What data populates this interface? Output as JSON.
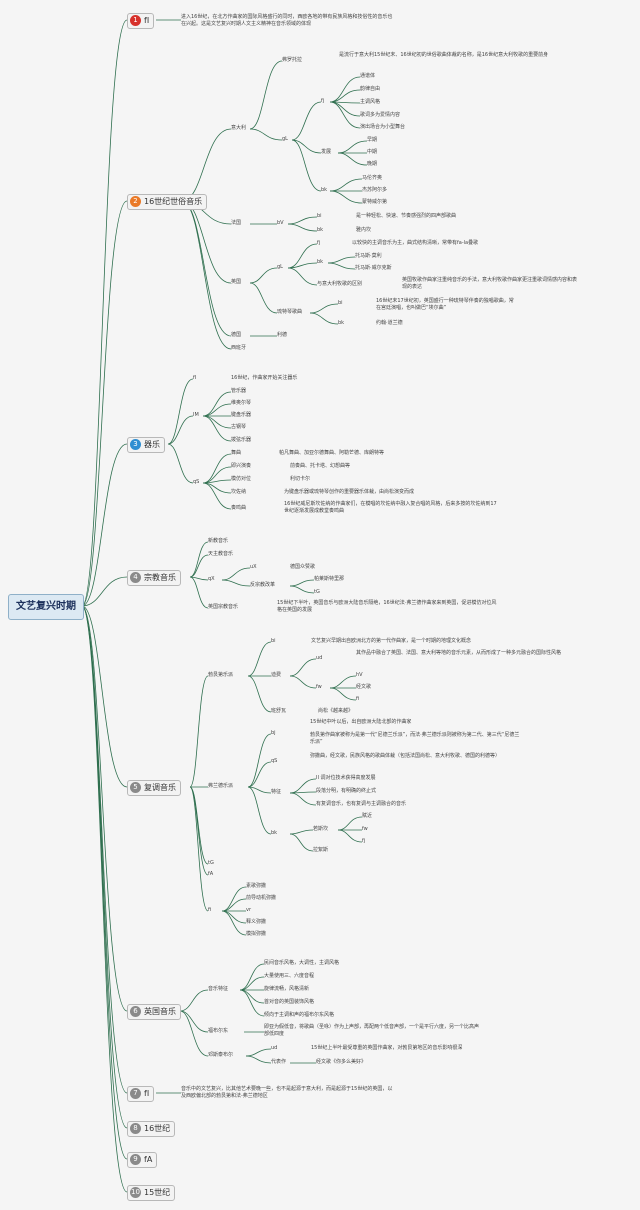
{
  "root": "文艺复兴时期",
  "sections": {
    "s1": {
      "num": "1",
      "label": "fI",
      "color": "#d7312b",
      "desc": "进入16世纪，在北方作曲家的国际风格盛行的同时，西欧各地的带有民族风格和技俗性的音乐也在兴起。这是文艺复兴时期人文主义精神在音乐领域的体现"
    },
    "s2": {
      "num": "2",
      "label": "16世纪世俗音乐",
      "color": "#ea7a28"
    },
    "s3": {
      "num": "3",
      "label": "器乐",
      "color": "#2f8fd2"
    },
    "s4": {
      "num": "4",
      "label": "宗教音乐",
      "color": "#8a8a8a"
    },
    "s5": {
      "num": "5",
      "label": "复调音乐",
      "color": "#8a8a8a"
    },
    "s6": {
      "num": "6",
      "label": "英国音乐",
      "color": "#8a8a8a"
    },
    "s7": {
      "num": "7",
      "label": "fI",
      "color": "#8a8a8a",
      "desc": "音乐中的文艺复兴，比其他艺术要晚一些，也不是起源于意大利，而是起源于15世纪的英国，以及西欧偏北部的勃艮第和法-弗兰德地区"
    },
    "s8": {
      "num": "8",
      "label": "16世纪",
      "color": "#8a8a8a"
    },
    "s9": {
      "num": "9",
      "label": "fA",
      "color": "#8a8a8a"
    },
    "s10": {
      "num": "10",
      "label": "15世纪",
      "color": "#8a8a8a"
    }
  },
  "sec2": {
    "italy": "意大利",
    "frottola": "弗罗托拉",
    "frottola_desc": "是流行于意大利15世纪末、16世纪初的世俗歌曲体裁的名称，是16世纪意大利牧歌的重要前身",
    "gL": "gL",
    "fj": "fj",
    "fj_items": [
      "通谱体",
      "韵律自由",
      "主调风格",
      "歌词多为爱情内容",
      "演出场合为小型舞台"
    ],
    "develop": "发展",
    "develop_items": [
      "早期",
      "中期",
      "晚期"
    ],
    "bk": "bk",
    "bk_items": [
      "马伦齐奥",
      "杰苏阿尔多",
      "蒙特威尔第"
    ],
    "france": "法国",
    "bV": "bV",
    "france_bi": "bi",
    "france_bi_desc": "是一种轻松、快速、节奏感强烈的四声部歌曲",
    "france_bk": "bk",
    "france_bk_desc": "雅内坎",
    "england": "英国",
    "eng_gL": "gL",
    "eng_fj": "fj",
    "eng_fj_desc": "以较快的主调音乐为主，曲式结构清晰，常带有fa-la叠歌",
    "eng_bk": "bk",
    "eng_bk_items": [
      "托马斯·莫利",
      "托马斯·威尔克斯"
    ],
    "eng_diff": "与意大利牧歌的区别",
    "eng_diff_desc": "英国牧歌作曲家注重纯音乐的手法，意大利牧歌作曲家更注重歌词情感内容和表现的表达",
    "lute": "琉特琴歌曲",
    "lute_bi": "bi",
    "lute_bi_desc": "16世纪末17世纪初，英国盛行一种琉特琴伴奏的独唱歌曲，常在宫廷演唱，也叫做巴“埃尔曲”",
    "lute_bk": "bk",
    "lute_bk_desc": "约翰·道兰德",
    "germany": "德国",
    "germany_desc": "利德",
    "spain": "西班牙"
  },
  "sec3": {
    "fI": "fI",
    "fI_desc": "16世纪，作曲家开始关注器乐",
    "IM": "IM",
    "IM_items": [
      "管乐器",
      "维奥尔琴",
      "键盘乐器",
      "古钢琴",
      "拨弦乐器"
    ],
    "qS": "qS",
    "rows": [
      {
        "k": "舞曲",
        "v": "帕凡舞曲、加亚尔德舞曲、阿勒芒德、库朗特等"
      },
      {
        "k": "即兴演奏",
        "v": "前奏曲、托卡塔、幻想曲等"
      },
      {
        "k": "模仿对位",
        "v": "利切卡尔"
      },
      {
        "k": "坎佐纳",
        "v": "为键盘乐器或琉特琴创作的重要器乐体裁，由尚松演变而成"
      },
      {
        "k": "奏鸣曲",
        "v": "16世纪威尼斯坎佐纳的作曲家们，在模唱的坎佐纳中融入复合唱的风格，后来多按的坎佐纳到17世纪逐渐发展成教堂奏鸣曲"
      }
    ]
  },
  "sec4": {
    "items": [
      "新教音乐",
      "天主教音乐"
    ],
    "qX": "qX",
    "uX": "uX",
    "uX_desc": "德国众赞歌",
    "counter": "反宗教改革",
    "counter_desc": "帕莱斯特里那",
    "tG": "tG",
    "anglican": "英国宗教音乐",
    "anglican_desc": "15世纪下半叶，英国音乐与欧洲大陆音乐隔绝，16世纪法·弗兰德作曲家来到英国，促进模仿对位风格在英国的发展"
  },
  "sec5": {
    "burgundy": "勃艮第乐派",
    "bi": "bi",
    "bi_desc": "文艺复兴早期出自欧洲北方的第一代作曲家，是一个时期的地理文化概念",
    "dufay": "迪费",
    "ud": "ud",
    "ud_desc": "其作品中融合了英国、法国、意大利等地的音乐元素，从而形成了一种多元融合的国际性风格",
    "fw": "fw",
    "fw_items": [
      "hV",
      "经文歌",
      "fi"
    ],
    "binchois": "班舒瓦",
    "binchois_desc": "尚松《越来越》",
    "flemish": "弗兰德乐派",
    "fl_bj": "bj",
    "fl_bj_desc": "15世纪中叶以后，出自欧洲大陆北部的作曲家",
    "fl_bj_desc2": "勃艮第作曲家被称为是第一代“尼德兰乐派”，而法·弗兰德乐派则被称为第二代、第三代“尼德兰乐派”",
    "fl_qS": "qS",
    "fl_qS_desc": "弥撒曲，经文歌，民族风格的歌曲体裁（包括法国尚松、意大利牧歌、德国的利德等）",
    "features": "特征",
    "features_items": [
      "II 调对位技术获得高度发展",
      "段落分明，有明确的终止式",
      "有复调音乐，也有复调与主调融合的音乐"
    ],
    "fl_bk": "bk",
    "josquin": "若斯坎",
    "josquin_items": [
      "赋近",
      "fw",
      "fj"
    ],
    "lassus": "拉絮斯",
    "tG": "tG",
    "fA": "fA",
    "fi": "fi",
    "fi_items": [
      "素歌弥撒",
      "前导动机弥撒",
      "vr",
      "释义弥撒",
      "模拟弥撒"
    ]
  },
  "sec6": {
    "music_features": "音乐特征",
    "mf_items": [
      "民间音乐风格，大调性，主调风格",
      "大量使用三、六度音程",
      "旋律流畅，风格清新",
      "首对音的英国装饰风格",
      "倾向于主调和声的福布尔东风格"
    ],
    "fauxbourdon": "福布尔东",
    "fauxbourdon_desc": "即亚为假低音，将歌曲（圣咏）作为上声部，再配两个低音声部，一个是平行六度，另一个比高声部低四度",
    "dunstable": "邓斯泰布尔",
    "ud": "ud",
    "ud_desc": "15世纪上半叶最受尊重的英国作曲家，对勃艮第地区的音乐影响很深",
    "works": "代表作",
    "works_desc": "经文歌《你多么美好》"
  }
}
